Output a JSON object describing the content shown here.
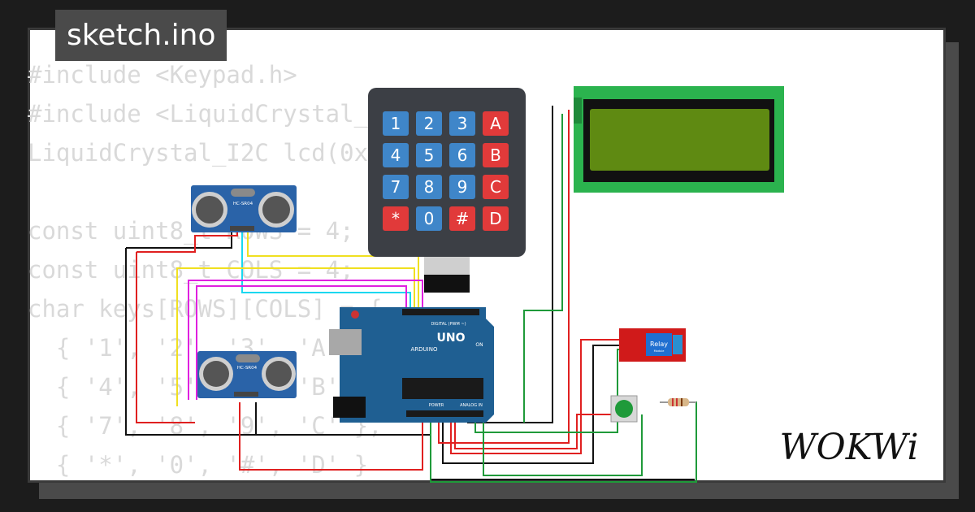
{
  "header": {
    "filename": "sketch.ino"
  },
  "code_lines": [
    "#include <Keypad.h>",
    "#include <LiquidCrystal_I2C.h>",
    "LiquidCrystal_I2C lcd(0x27, 20,4);",
    "",
    "const uint8_t ROWS = 4;",
    "const uint8_t COLS = 4;",
    "char keys[ROWS][COLS] = {",
    "  { '1', '2', '3', 'A' },",
    "  { '4', '5', '6', 'B' },",
    "  { '7', '8', '9', 'C' },",
    "  { '*', '0', '#', 'D' }"
  ],
  "keypad": {
    "keys": [
      "1",
      "2",
      "3",
      "A",
      "4",
      "5",
      "6",
      "B",
      "7",
      "8",
      "9",
      "C",
      "*",
      "0",
      "#",
      "D"
    ]
  },
  "sensors": {
    "label": "HC-SR04"
  },
  "arduino": {
    "brand": "ARDUINO",
    "model": "UNO",
    "digital_label": "DIGITAL (PWM ~)",
    "power_label": "POWER",
    "analog_label": "ANALOG IN",
    "on_label": "ON"
  },
  "relay": {
    "label": "Relay",
    "sublabel": "Module"
  },
  "logo": {
    "text": "WOKWi"
  },
  "colors": {
    "keypad_body": "#3c3f45",
    "key_blue": "#3f86c9",
    "key_red": "#e13a3a",
    "lcd_green": "#2bb34e",
    "arduino_blue": "#1f5f92",
    "relay_red": "#d01a1a"
  }
}
